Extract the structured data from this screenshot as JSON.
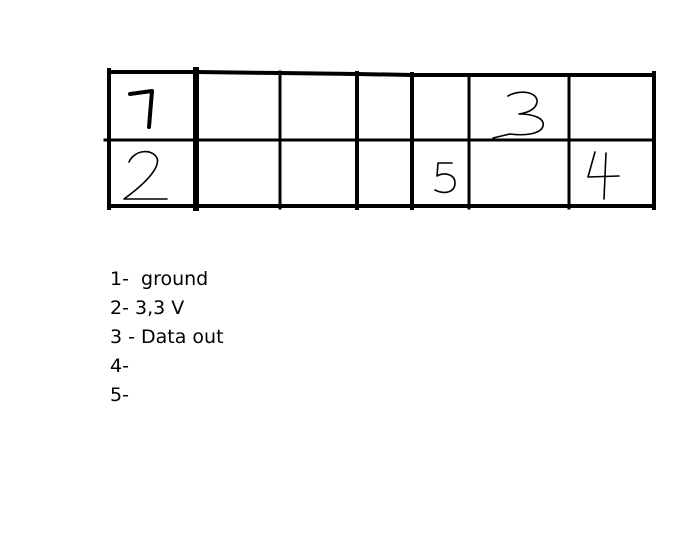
{
  "diagram": {
    "cells": {
      "pin1": "1",
      "pin2": "2",
      "pin3": "3",
      "pin4": "4",
      "pin5": "5"
    }
  },
  "legend": {
    "items": [
      "1-  ground",
      "2- 3,3 V",
      "3 - Data out",
      "4-",
      "5-"
    ]
  }
}
